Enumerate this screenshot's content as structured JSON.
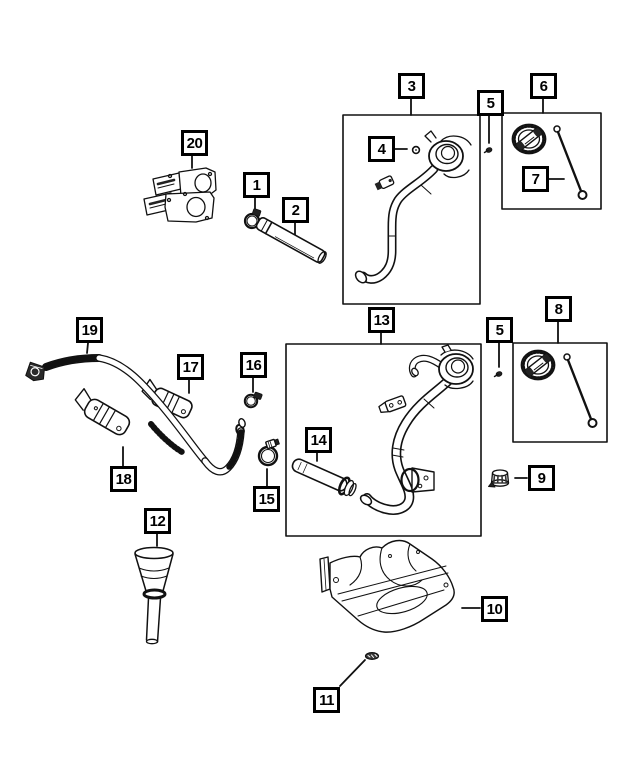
{
  "diagram": {
    "colors": {
      "background": "#ffffff",
      "line": "#111111"
    },
    "callouts": {
      "c1": {
        "label": "1"
      },
      "c2": {
        "label": "2"
      },
      "c3": {
        "label": "3"
      },
      "c4": {
        "label": "4"
      },
      "c5a": {
        "label": "5"
      },
      "c5b": {
        "label": "5"
      },
      "c6": {
        "label": "6"
      },
      "c7": {
        "label": "7"
      },
      "c8": {
        "label": "8"
      },
      "c9": {
        "label": "9"
      },
      "c10": {
        "label": "10"
      },
      "c11": {
        "label": "11"
      },
      "c12": {
        "label": "12"
      },
      "c13": {
        "label": "13"
      },
      "c14": {
        "label": "14"
      },
      "c15": {
        "label": "15"
      },
      "c16": {
        "label": "16"
      },
      "c17": {
        "label": "17"
      },
      "c18": {
        "label": "18"
      },
      "c19": {
        "label": "19"
      },
      "c20": {
        "label": "20"
      }
    }
  }
}
